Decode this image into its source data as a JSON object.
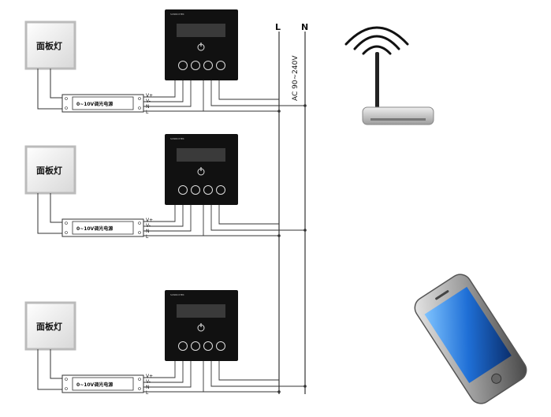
{
  "diagram": {
    "bus": {
      "live_label": "L",
      "neutral_label": "N",
      "supply_label": "AC  90~240V"
    },
    "units": [
      {
        "panel_light_label": "面板灯",
        "driver_label": "0~10V调光电源",
        "terminals": [
          "V+",
          "V-",
          "N",
          "L"
        ]
      },
      {
        "panel_light_label": "面板灯",
        "driver_label": "0~10V调光电源",
        "terminals": [
          "V+",
          "V-",
          "N",
          "L"
        ]
      },
      {
        "panel_light_label": "面板灯",
        "driver_label": "0~10V调光电源",
        "terminals": [
          "V+",
          "V-",
          "N",
          "L"
        ]
      }
    ],
    "devices": {
      "router_icon": "wifi-router-icon",
      "phone_icon": "smartphone-icon",
      "dimmer_icon": "wall-dimmer-panel-icon",
      "button_icons": [
        "scene-1-icon",
        "scene-2-icon",
        "scene-3-icon",
        "scene-4-icon"
      ]
    },
    "colors": {
      "line": "#333333",
      "panel_body": "#111111",
      "router_body": "#d0d0d0",
      "phone_screen": "#2a7de0"
    }
  }
}
